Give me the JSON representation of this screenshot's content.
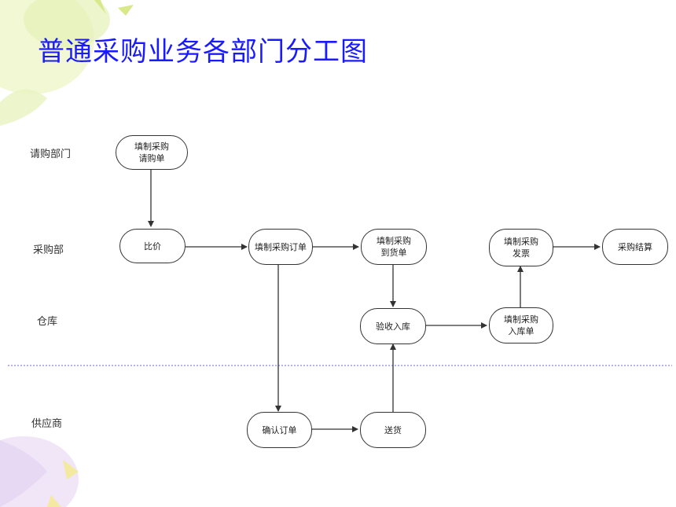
{
  "title": "普通采购业务各部门分工图",
  "lanes": {
    "requisition": "请购部门",
    "purchasing": "采购部",
    "warehouse": "仓库",
    "supplier": "供应商"
  },
  "nodes": {
    "fill_requisition": "填制采购\n请购单",
    "compare_price": "比价",
    "fill_po": "填制采购订单",
    "fill_arrival": "填制采购\n到货单",
    "fill_invoice": "填制采购\n发票",
    "settlement": "采购结算",
    "inspect_receive": "验收入库",
    "fill_receipt": "填制采购\n入库单",
    "confirm_order": "确认订单",
    "deliver": "送货"
  },
  "colors": {
    "title": "#1a1aff",
    "divider": "#6a6ad0",
    "stroke": "#333333"
  }
}
